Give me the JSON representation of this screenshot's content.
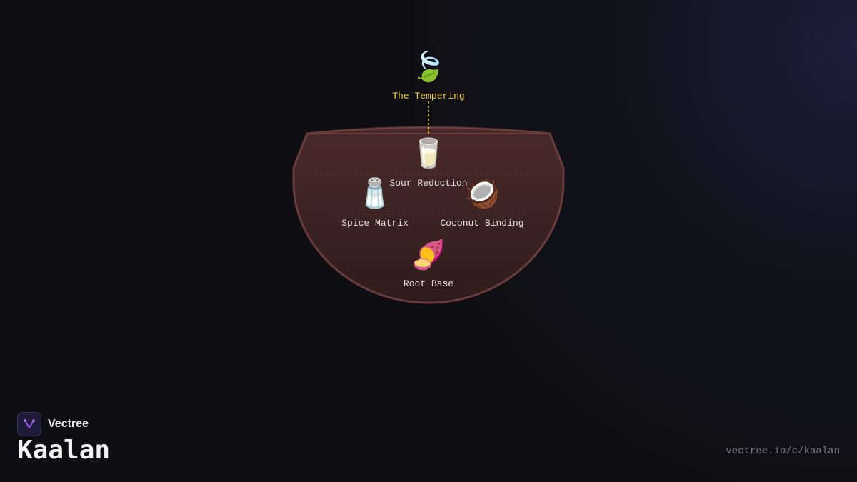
{
  "diagram": {
    "garnish": {
      "icon": "🍃",
      "icon_name": "leaf-icon",
      "label": "The Tempering",
      "color": "#f5d33a"
    },
    "layers": [
      {
        "icon": "🥛",
        "icon_name": "glass-of-milk-icon",
        "label": "Sour Reduction"
      },
      {
        "icon": "🧂",
        "icon_name": "salt-shaker-icon",
        "label": "Spice Matrix"
      },
      {
        "icon": "🥥",
        "icon_name": "coconut-icon",
        "label": "Coconut Binding"
      },
      {
        "icon": "🍠",
        "icon_name": "sweet-potato-icon",
        "label": "Root Base"
      }
    ],
    "colors": {
      "bowl_fill": "#3a2322",
      "bowl_stroke": "#6a3d3c",
      "label_color": "#e6e2e2"
    }
  },
  "footer": {
    "brand": "Vectree",
    "logo_icon": "vectree-logo-icon",
    "title": "Kaalan",
    "url": "vectree.io/c/kaalan"
  }
}
